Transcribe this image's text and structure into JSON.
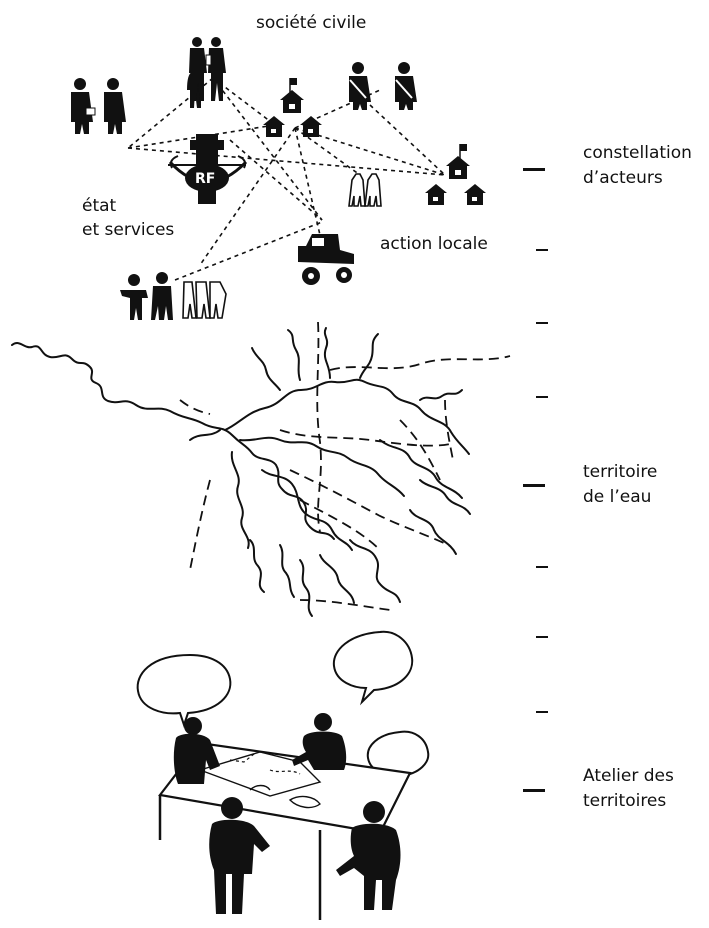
{
  "groups": {
    "civil_society": "société civile",
    "state_line1": "état",
    "state_line2": "et services",
    "local_action": "action locale",
    "rf_emblem": "RF"
  },
  "scale": {
    "level1_line1": "constellation",
    "level1_line2": "d’acteurs",
    "level2_line1": "territoire",
    "level2_line2": "de l’eau",
    "level3_line1": "Atelier des",
    "level3_line2": "territoires"
  }
}
